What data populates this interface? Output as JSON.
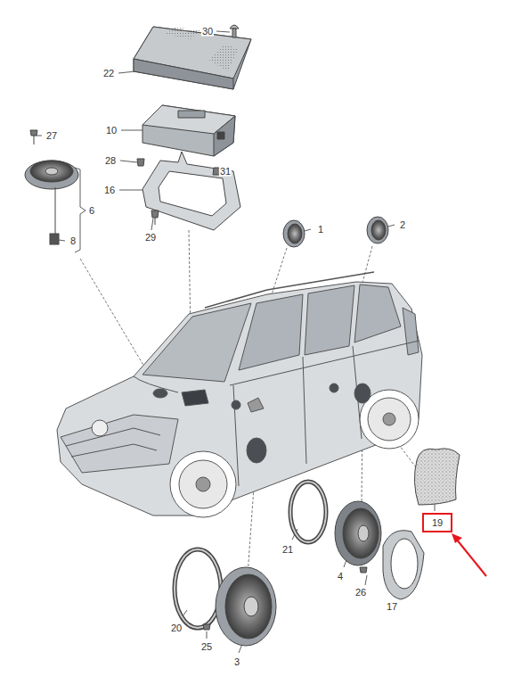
{
  "diagram": {
    "nodes": [
      {
        "text": [
          "19"
        ]
      }
    ],
    "labels": [
      "30",
      "22",
      "27",
      "10",
      "28",
      "31",
      "16",
      "6",
      "8",
      "29",
      "1",
      "2",
      "21",
      "4",
      "26",
      "17",
      "20",
      "25",
      "3"
    ]
  }
}
